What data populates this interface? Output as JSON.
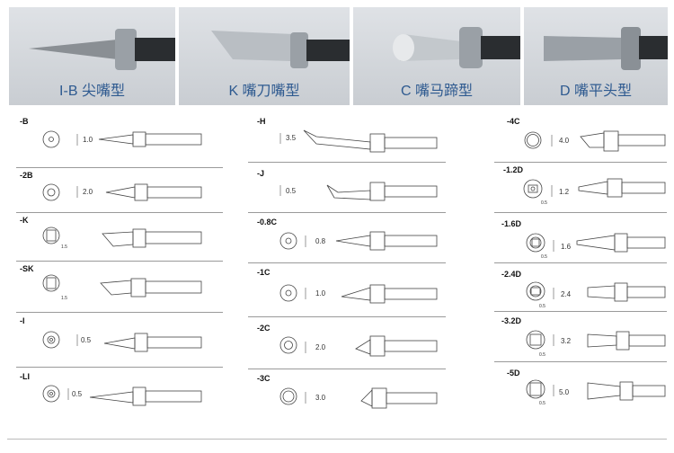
{
  "photos": [
    {
      "caption": "I-B 尖嘴型"
    },
    {
      "caption": "K 嘴刀嘴型"
    },
    {
      "caption": "C 嘴马蹄型"
    },
    {
      "caption": "D 嘴平头型"
    }
  ],
  "tips": {
    "col1": [
      {
        "code": "-B",
        "dim": "1.0"
      },
      {
        "code": "-2B",
        "dim": "2.0"
      },
      {
        "code": "-K",
        "dim": "1.5"
      },
      {
        "code": "-SK",
        "dim": "1.5"
      },
      {
        "code": "-I",
        "dim": "0.5"
      },
      {
        "code": "-LI",
        "dim": "0.5"
      }
    ],
    "col2": [
      {
        "code": "-H",
        "dim": "3.5"
      },
      {
        "code": "-J",
        "dim": "0.5"
      },
      {
        "code": "-0.8C",
        "dim": "0.8"
      },
      {
        "code": "-1C",
        "dim": "1.0"
      },
      {
        "code": "-2C",
        "dim": "2.0"
      },
      {
        "code": "-3C",
        "dim": "3.0"
      }
    ],
    "col3": [
      {
        "code": "-4C",
        "dim": "4.0",
        "sub": ""
      },
      {
        "code": "-1.2D",
        "dim": "1.2",
        "sub": "0.5"
      },
      {
        "code": "-1.6D",
        "dim": "1.6",
        "sub": "0.5"
      },
      {
        "code": "-2.4D",
        "dim": "2.4",
        "sub": "0.5"
      },
      {
        "code": "-3.2D",
        "dim": "3.2",
        "sub": "0.5"
      },
      {
        "code": "-5D",
        "dim": "5.0",
        "sub": "0.5"
      }
    ]
  }
}
